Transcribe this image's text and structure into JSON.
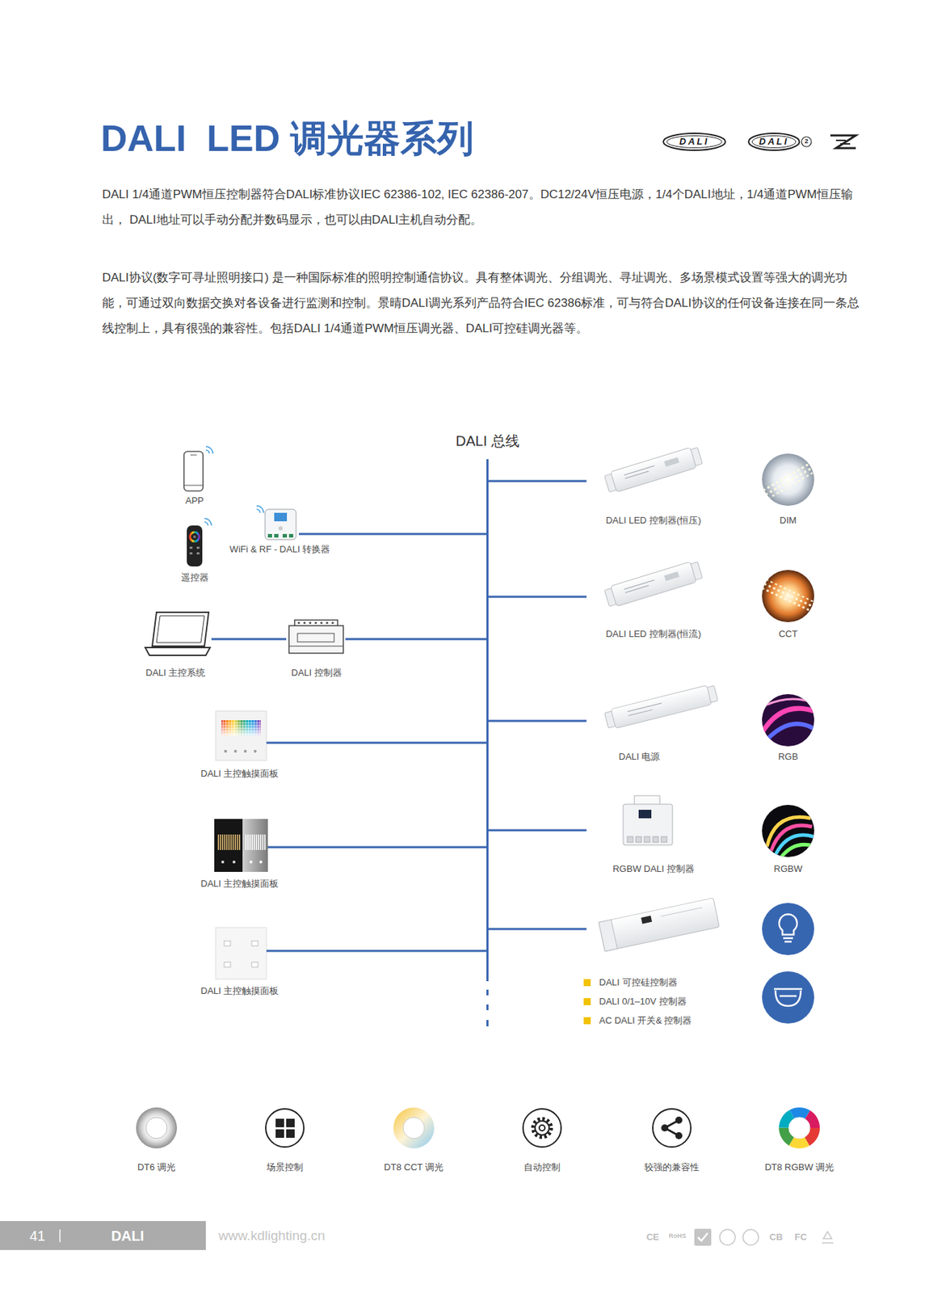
{
  "diagram": {
    "title": "DALI  LED 调光器系列",
    "nodes": [
      {
        "text": [
          "APP"
        ]
      },
      {
        "text": [
          "遥控器"
        ]
      },
      {
        "text": [
          "WiFi & RF - DALI 转换器"
        ]
      },
      {
        "text": [
          "DALI 主控系统"
        ]
      },
      {
        "text": [
          "DALI 控制器"
        ]
      },
      {
        "text": [
          "DALI 主控触摸面板"
        ]
      },
      {
        "text": [
          "DALI 主控触摸面板"
        ]
      },
      {
        "text": [
          "DALI 主控触摸面板"
        ]
      },
      {
        "text": [
          "DALI 总线"
        ]
      },
      {
        "text": [
          "DALI LED 控制器(恒压)"
        ]
      },
      {
        "text": [
          "DALI LED 控制器(恒流)"
        ]
      },
      {
        "text": [
          "DALI 电源"
        ]
      },
      {
        "text": [
          "RGBW DALI 控制器"
        ]
      },
      {
        "text": [
          "DALI 可控硅控制器",
          "DALI 0/1–10V 控制器",
          "AC DALI 开关& 控制器"
        ]
      }
    ],
    "edges": [
      {
        "from": 2,
        "to": 8,
        "arrow": "none"
      },
      {
        "from": 3,
        "to": 4,
        "arrow": "none"
      },
      {
        "from": 4,
        "to": 8,
        "arrow": "none"
      },
      {
        "from": 5,
        "to": 8,
        "arrow": "none"
      },
      {
        "from": 6,
        "to": 8,
        "arrow": "none"
      },
      {
        "from": 7,
        "to": 8,
        "arrow": "none"
      },
      {
        "from": 8,
        "to": 9,
        "arrow": "none"
      },
      {
        "from": 8,
        "to": 10,
        "arrow": "none"
      },
      {
        "from": 8,
        "to": 11,
        "arrow": "none"
      },
      {
        "from": 8,
        "to": 12,
        "arrow": "none"
      },
      {
        "from": 8,
        "to": 13,
        "arrow": "none"
      }
    ],
    "labels": [
      "DALI",
      "DALI",
      "2",
      "DALI 1/4通道PWM恒压控制器符合DALI标准协议IEC 62386-102, IEC 62386-207。DC12/24V恒压电源，1/4个DALI地址，1/4通道PWM恒压输出， DALI地址可以手动分配并数码显示，也可以由DALI主机自动分配。",
      "DALI协议(数字可寻址照明接口) 是一种国际标准的照明控制通信协议。具有整体调光、分组调光、寻址调光、多场景模式设置等强大的调光功能，可通过双向数据交换对各设备进行监测和控制。景晴DALI调光系列产品符合IEC 62386标准，可与符合DALI协议的任何设备连接在同一条总线控制上，具有很强的兼容性。包括DALI 1/4通道PWM恒压调光器、DALI可控硅调光器等。",
      "DIM",
      "CCT",
      "RGB",
      "RGBW",
      "DT6 调光",
      "场景控制",
      "DT8 CCT 调光",
      "自动控制",
      "较强的兼容性",
      "DT8 RGBW 调光",
      "41",
      "DALI",
      "www.kdlighting.cn",
      "CE",
      "RoHS",
      "CB",
      "FC"
    ]
  }
}
